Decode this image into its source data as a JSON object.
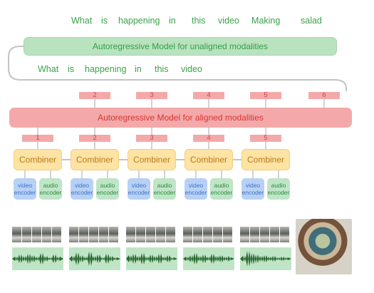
{
  "output_words": [
    "What",
    "is",
    "happening",
    "in",
    "this",
    "video",
    "Making",
    "salad"
  ],
  "unaligned_model_label": "Autoregressive Model for unaligned modalities",
  "input_words": [
    "What",
    "is",
    "happening",
    "in",
    "this",
    "video"
  ],
  "unaligned_tags": [
    "2",
    "3",
    "4",
    "5",
    "6"
  ],
  "aligned_model_label": "Autoregressive Model for aligned modalities",
  "aligned_tags": [
    "1",
    "2",
    "3",
    "4",
    "5"
  ],
  "combiners": [
    "Combiner",
    "Combiner",
    "Combiner",
    "Combiner",
    "Combiner"
  ],
  "encoders": {
    "video_line1": "video",
    "video_line2": "encoder",
    "audio_line1": "audio",
    "audio_line2": "encoder"
  },
  "colors": {
    "green": "#3aa24a",
    "green_fill": "#b9e2bf",
    "red_fill": "#f3a9a9",
    "red_text": "#d93434",
    "combiner_fill": "#fde3a4",
    "video_fill": "#b7d1f6",
    "audio_fill": "#bfe5c6"
  }
}
